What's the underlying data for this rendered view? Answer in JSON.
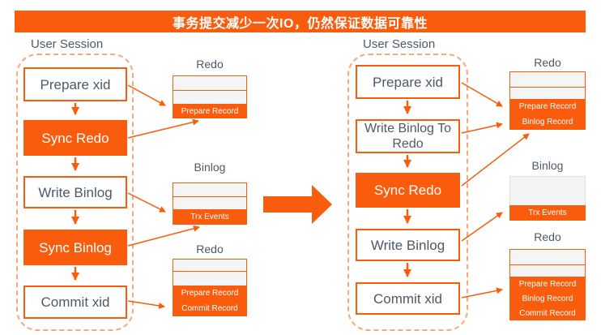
{
  "title": "事务提交减少一次IO，仍然保证数据可靠性",
  "colors": {
    "accent": "#FA5C0D",
    "accent_light_dash": "#F9A87C",
    "text_gray": "#4C5A67",
    "empty_row_fill": "#F5F5F6",
    "gray_block_fill": "#F2F3F5",
    "gray_block_border": "#DDE1E6"
  },
  "left_panel": {
    "session_label": "User Session",
    "steps": [
      {
        "label": "Prepare xid"
      },
      {
        "label": "Sync Redo"
      },
      {
        "label": "Write Binlog"
      },
      {
        "label": "Sync Binlog"
      },
      {
        "label": "Commit xid"
      }
    ],
    "logs": [
      {
        "title": "Redo",
        "records": [
          "Prepare Record"
        ]
      },
      {
        "title": "Binlog",
        "records": [
          "Trx Events"
        ]
      },
      {
        "title": "Redo",
        "records": [
          "Prepare Record",
          "Commit Record"
        ]
      }
    ]
  },
  "right_panel": {
    "session_label": "User Session",
    "steps": [
      {
        "label": "Prepare xid"
      },
      {
        "label": "Write Binlog To Redo"
      },
      {
        "label": "Sync Redo"
      },
      {
        "label": "Write Binlog"
      },
      {
        "label": "Commit xid"
      }
    ],
    "logs": [
      {
        "title": "Redo",
        "records": [
          "Prepare Record",
          "Binlog Record"
        ]
      },
      {
        "title": "Binlog",
        "records": [
          "Trx Events"
        ]
      },
      {
        "title": "Redo",
        "records": [
          "Prepare Record",
          "Binlog Record",
          "Commit Record"
        ]
      }
    ]
  }
}
